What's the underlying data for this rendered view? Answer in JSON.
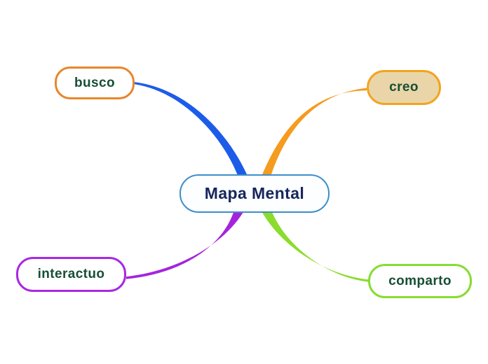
{
  "diagram": {
    "type": "mindmap",
    "background_color": "#ffffff",
    "central": {
      "label": "Mapa Mental",
      "border_color": "#3d8ec9",
      "fill_color": "#fcfeff",
      "text_color": "#16265c"
    },
    "branches": [
      {
        "label": "busco",
        "position": "top-left",
        "border_color": "#e8862c",
        "fill_color": "#ffffff",
        "text_color": "#164f35",
        "connector_color": "#1c5ce8"
      },
      {
        "label": "creo",
        "position": "top-right",
        "border_color": "#f2a41f",
        "fill_color": "#e9d5a8",
        "text_color": "#164f35",
        "connector_color": "#f59b1e"
      },
      {
        "label": "interactuo",
        "position": "bottom-left",
        "border_color": "#a928e2",
        "fill_color": "#ffffff",
        "text_color": "#164f35",
        "connector_color": "#a424de"
      },
      {
        "label": "comparto",
        "position": "bottom-right",
        "border_color": "#86dc30",
        "fill_color": "#ffffff",
        "text_color": "#164f35",
        "connector_color": "#8bdc2c"
      }
    ]
  }
}
